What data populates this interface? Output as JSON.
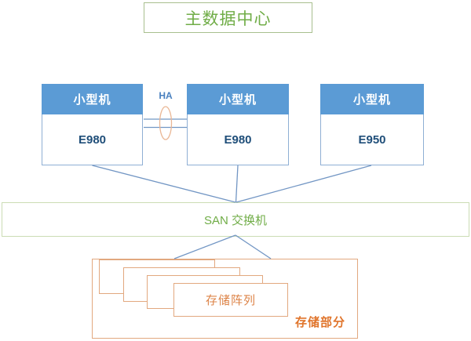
{
  "diagram": {
    "title": "主数据中心",
    "servers": [
      {
        "type": "小型机",
        "model": "E980"
      },
      {
        "type": "小型机",
        "model": "E980"
      },
      {
        "type": "小型机",
        "model": "E950"
      }
    ],
    "ha_label": "HA",
    "san_switch_label": "SAN 交换机",
    "storage": {
      "array_label": "存储阵列",
      "section_label": "存储部分",
      "stacked_rect_count": 4
    },
    "colors": {
      "green_text": "#70ad47",
      "green_border_title": "#a8bf8e",
      "green_border_san": "#cbdcb4",
      "blue_header_fill": "#5b9bd5",
      "blue_body_border": "#8fafd4",
      "dark_blue_model_text": "#1f4e79",
      "ha_text_blue": "#4a81bf",
      "connector_blue": "#7296c4",
      "ellipse_orange": "#eab795",
      "storage_border_orange": "#e2a87f",
      "storage_array_text": "#dd8448",
      "storage_section_text": "#e0752c"
    }
  }
}
